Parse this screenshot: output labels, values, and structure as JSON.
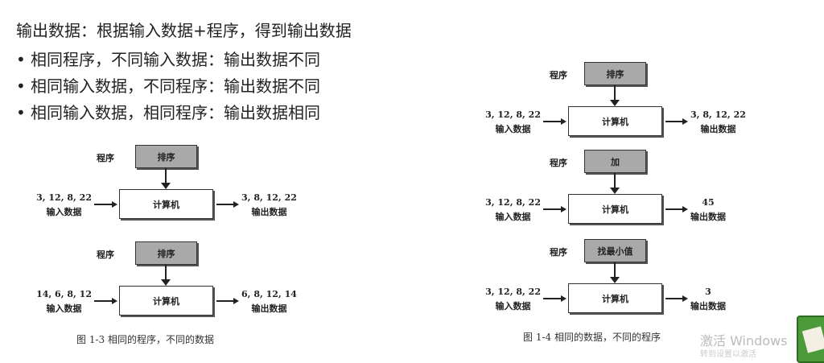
{
  "heading": "输出数据：根据输入数据+程序，得到输出数据",
  "bullets": [
    "相同程序，不同输入数据：输出数据不同",
    "相同输入数据，不同程序：输出数据不同",
    "相同输入数据，相同程序：输出数据相同"
  ],
  "bullet_symbol": "•",
  "figure_1_3": {
    "caption": "图 1-3   相同的程序，不同的数据",
    "units": [
      {
        "program_label": "程序",
        "program": "排序",
        "computer": "计算机",
        "input": "3, 12, 8, 22",
        "input_label": "输入数据",
        "output": "3, 8, 12, 22",
        "output_label": "输出数据"
      },
      {
        "program_label": "程序",
        "program": "排序",
        "computer": "计算机",
        "input": "14, 6, 8, 12",
        "input_label": "输入数据",
        "output": "6, 8, 12, 14",
        "output_label": "输出数据"
      }
    ]
  },
  "figure_1_4": {
    "caption": "图 1-4   相同的数据，不同的程序",
    "units": [
      {
        "program_label": "程序",
        "program": "排序",
        "computer": "计算机",
        "input": "3, 12, 8, 22",
        "input_label": "输入数据",
        "output": "3, 8, 12, 22",
        "output_label": "输出数据"
      },
      {
        "program_label": "程序",
        "program": "加",
        "computer": "计算机",
        "input": "3, 12, 8, 22",
        "input_label": "输入数据",
        "output": "45",
        "output_label": "输出数据"
      },
      {
        "program_label": "程序",
        "program": "找最小值",
        "computer": "计算机",
        "input": "3, 12, 8, 22",
        "input_label": "输入数据",
        "output": "3",
        "output_label": "输出数据"
      }
    ]
  },
  "watermark": {
    "line1": "激活 Windows",
    "line2": "转到设置以激活"
  }
}
